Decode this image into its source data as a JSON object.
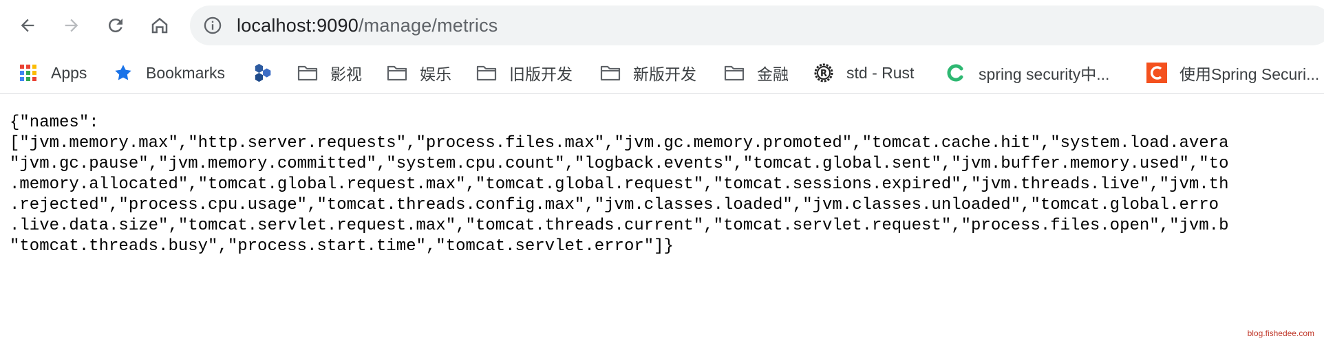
{
  "address_bar": {
    "host": "localhost:9090",
    "path": "/manage/metrics"
  },
  "bookmarks": [
    {
      "label": "Apps",
      "icon": "apps-grid-icon"
    },
    {
      "label": "Bookmarks",
      "icon": "star-icon"
    },
    {
      "label": "",
      "icon": "hexagon-cluster-icon"
    },
    {
      "label": "影视",
      "icon": "folder-icon"
    },
    {
      "label": "娱乐",
      "icon": "folder-icon"
    },
    {
      "label": "旧版开发",
      "icon": "folder-icon"
    },
    {
      "label": "新版开发",
      "icon": "folder-icon"
    },
    {
      "label": "金融",
      "icon": "folder-icon"
    },
    {
      "label": "std - Rust",
      "icon": "rust-icon"
    },
    {
      "label": "spring security中...",
      "icon": "green-c-icon"
    },
    {
      "label": "使用Spring Securi...",
      "icon": "orange-c-icon"
    }
  ],
  "json_lines": [
    "{\"names\":",
    "[\"jvm.memory.max\",\"http.server.requests\",\"process.files.max\",\"jvm.gc.memory.promoted\",\"tomcat.cache.hit\",\"system.load.avera",
    "\"jvm.gc.pause\",\"jvm.memory.committed\",\"system.cpu.count\",\"logback.events\",\"tomcat.global.sent\",\"jvm.buffer.memory.used\",\"to",
    ".memory.allocated\",\"tomcat.global.request.max\",\"tomcat.global.request\",\"tomcat.sessions.expired\",\"jvm.threads.live\",\"jvm.th",
    ".rejected\",\"process.cpu.usage\",\"tomcat.threads.config.max\",\"jvm.classes.loaded\",\"jvm.classes.unloaded\",\"tomcat.global.erro",
    ".live.data.size\",\"tomcat.servlet.request.max\",\"tomcat.threads.current\",\"tomcat.servlet.request\",\"process.files.open\",\"jvm.b",
    "\"tomcat.threads.busy\",\"process.start.time\",\"tomcat.servlet.error\"]}"
  ],
  "watermark": "blog.fishedee.com",
  "colors": {
    "omnibox_bg": "#f1f3f4",
    "star_blue": "#1a73e8",
    "watermark_red": "#c0392b"
  }
}
